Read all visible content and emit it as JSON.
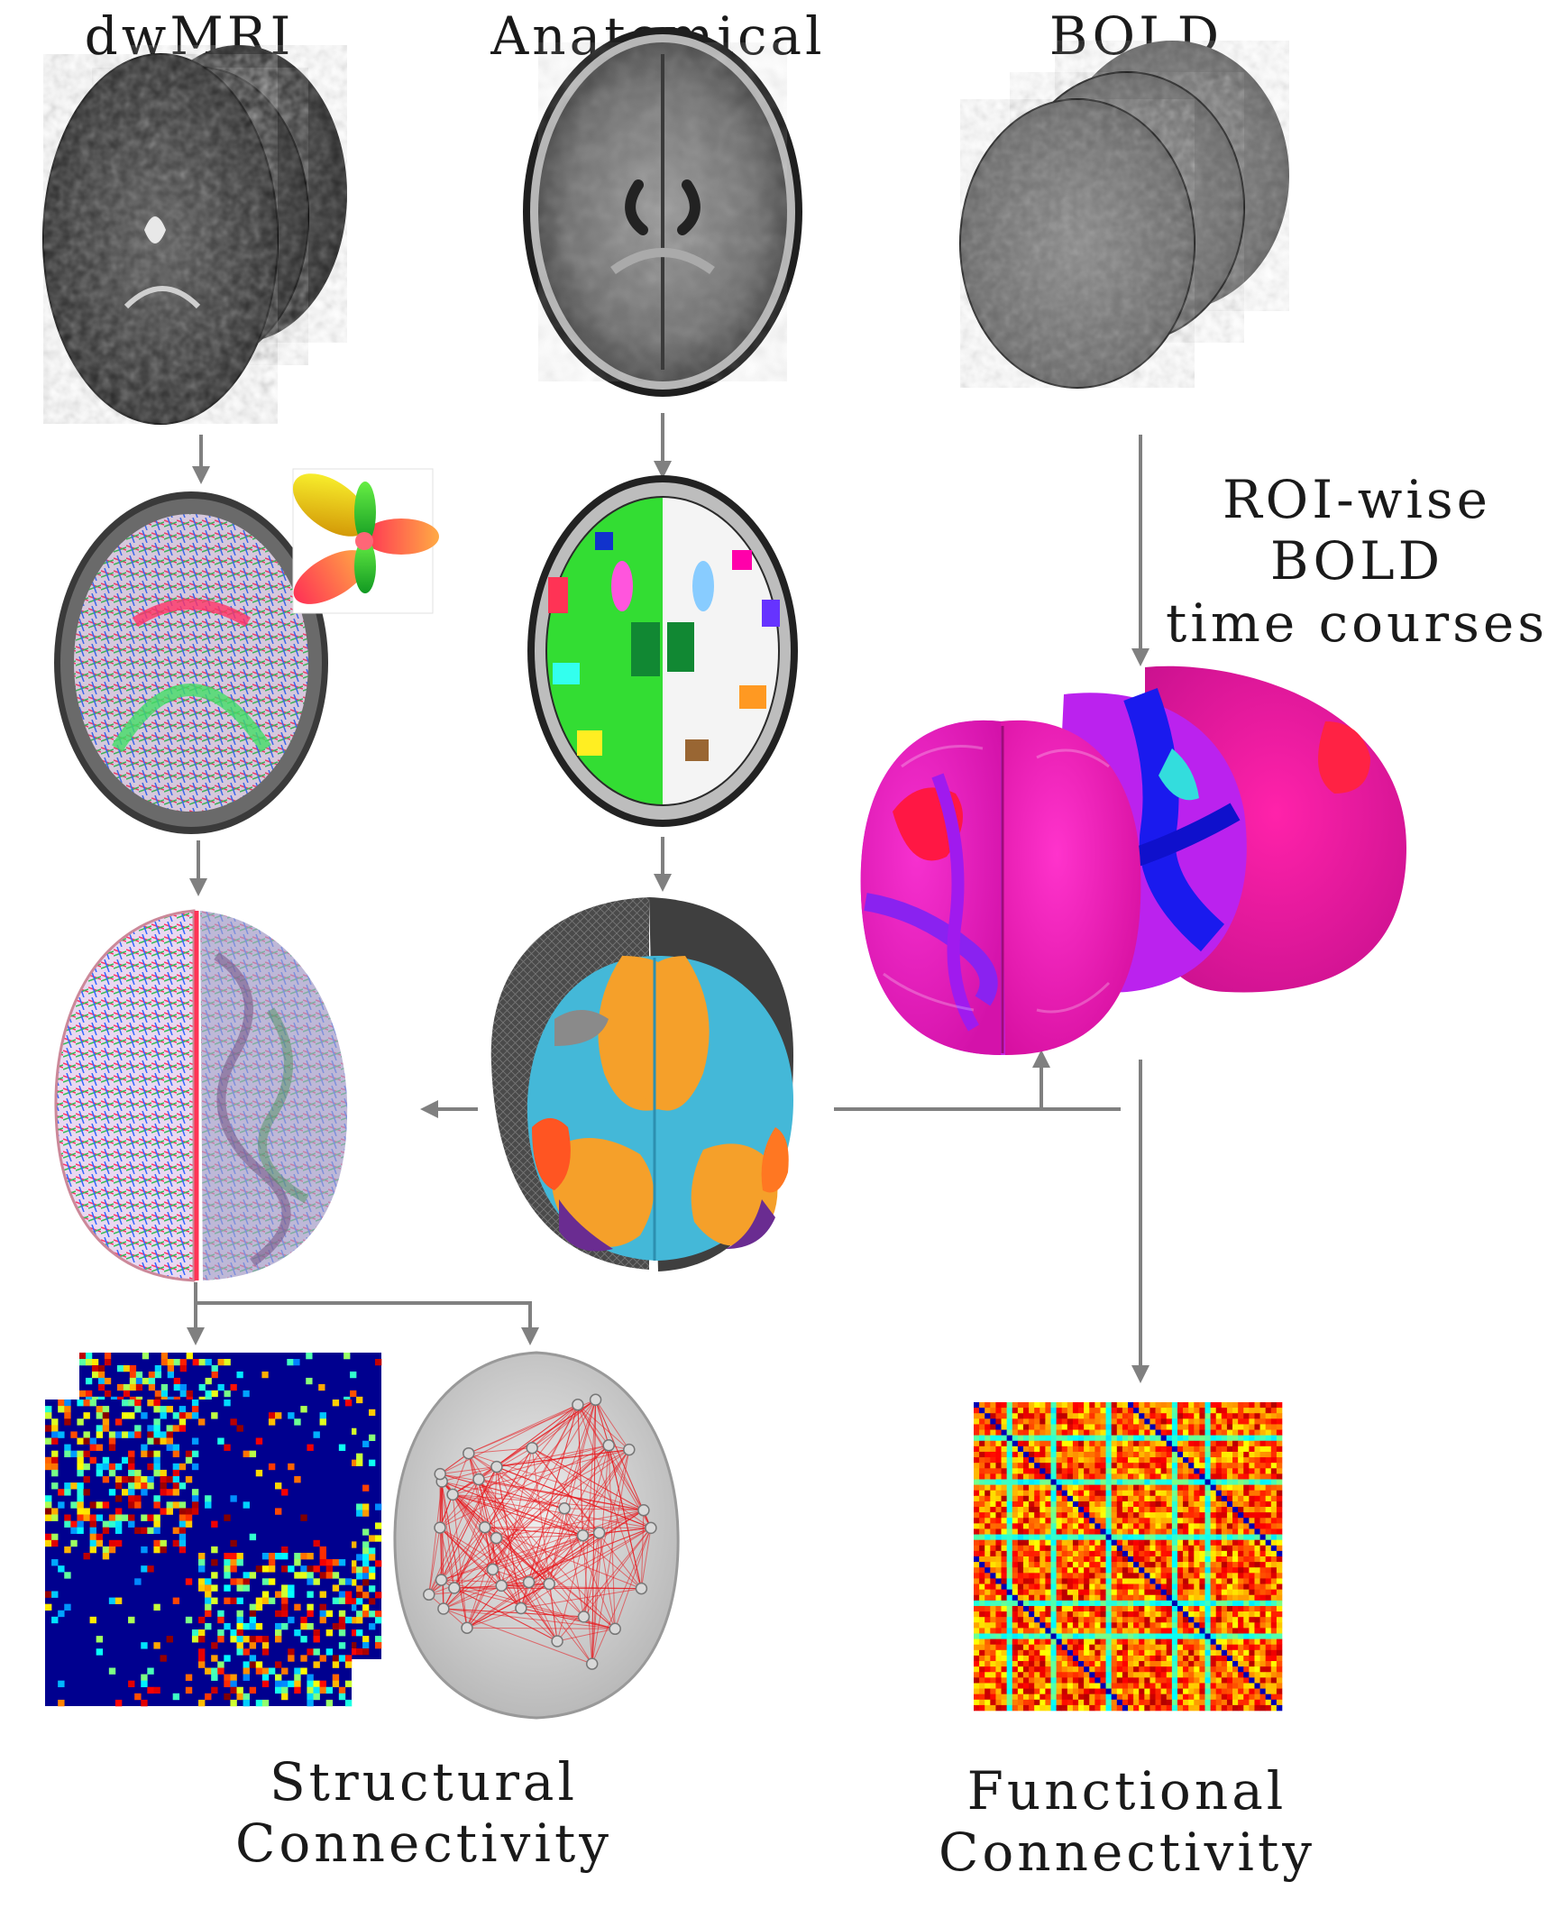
{
  "labels": {
    "dwmri": "dwMRI",
    "anatomical": "Anatomical",
    "bold": "BOLD",
    "roi_line1": "ROI-wise",
    "roi_line2": "BOLD",
    "roi_line3": "time courses",
    "structural_line1": "Structural",
    "structural_line2": "Connectivity",
    "functional_line1": "Functional",
    "functional_line2": "Connectivity"
  },
  "colors": {
    "arrow": "#808080",
    "jet_dark": "#00008f",
    "jet_hot": "#ff2000",
    "label": "#1a1a1a"
  },
  "icons": {
    "odf_glyph": "orientation-distribution-glyph"
  }
}
